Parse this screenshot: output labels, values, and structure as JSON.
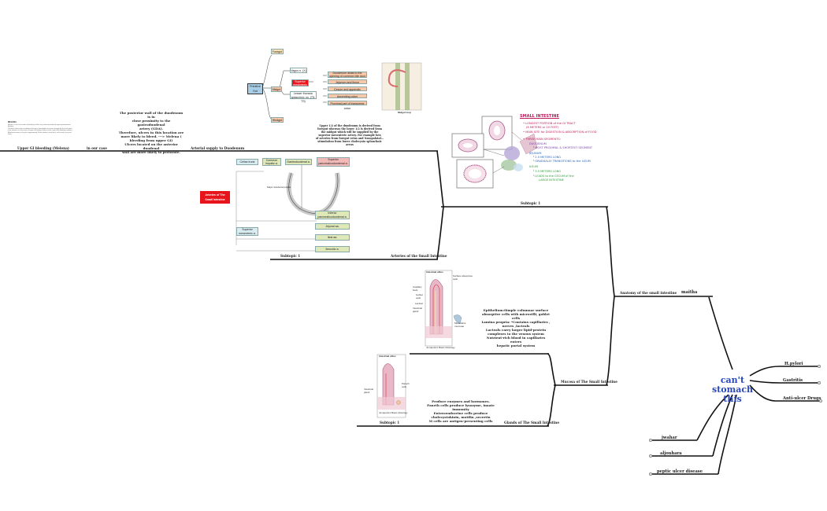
{
  "root": {
    "label_line1": "can't stomach",
    "label_line2": "this"
  },
  "right_branches": [
    {
      "label": "H.pylori"
    },
    {
      "label": "Gastritis"
    },
    {
      "label": "Anti-ulcer Drugs"
    }
  ],
  "lower_branches": [
    {
      "label": "jwahar"
    },
    {
      "label": "aljouhara"
    },
    {
      "label": "peptic ulcer disease"
    }
  ],
  "main_branch": {
    "label": "maitha"
  },
  "anatomy": {
    "label": "Anatomy of the small intestine",
    "subtopic_label": "Subtopic 1"
  },
  "mucosa": {
    "label": "Mucosa of The Small Intestine",
    "text": [
      "Epithelium:Simple columnar surface",
      "absorptive cells with microvilli, goblet",
      "cells",
      "Lamina propria: *Contains capillaries ,",
      "nerves ,lacteals",
      "Lacteals carry larger lipid-protein",
      "complexes to the venous system",
      "Nutrient-rich blood in capillaries enters",
      "hepatic portal system"
    ]
  },
  "glands": {
    "label": "Glands of The Small Intestine",
    "subtopic_label": "Subtopic 1",
    "text": [
      "Produce enzymes and hormones.",
      "Paneth cells produce lysozyme, innate",
      "immunity",
      "Enteroendocrine cells produce",
      "cholecystokinin, motilin ,secretin",
      "M cells are antigen-presenting cells"
    ]
  },
  "arteries": {
    "label": "Arteries of the Small Intestine",
    "subtopic_label": "Subtopic 1",
    "red_box_line1": "Arteries of The",
    "red_box_line2": "Small Intestine",
    "boxes": [
      "Celiac trunk",
      "Common hepatic a.",
      "Gastroduodenal a.",
      "Superior pancreaticoduodenal a.",
      "Superior mesenteric a.",
      "Inferior pancreaticoduodenal a.",
      "Jejunal aa.",
      "Ileal aa.",
      "Ileocolic a."
    ],
    "papilla_label": "Major duodenal papilla"
  },
  "duodenum": {
    "label": "Arterial supply to Duodenum",
    "text": [
      "Upper 1/2 of the duodenum is derived from",
      "foregut whereas the lower 1/2 is derived from",
      "the midgut which will be supplied by the",
      "superior mesenteric artery. For example lots",
      "of arteries from foregut veins and Nasopalatal...",
      "stimulation from lower cholecysto splanchnic",
      "areas"
    ]
  },
  "in_our_case": {
    "label": "in our case",
    "text": [
      "The posterior wall of the duodenum is in",
      "close proximity to the gastroduodenal",
      "artery (GDA).",
      "",
      "Therefore, ulcers in this location are",
      "more likely to bleed. ---> Melena (",
      "bleeding from upper GI)",
      "",
      "Ulcers located on the anterior duodenal",
      "wall are more likely to perforate."
    ]
  },
  "upper_gi": {
    "label": "Upper GI bleeding (Melena)",
    "heading": "MELENA",
    "text": [
      "Melena is a term to be used in describing the black tarry stool associated with upper gastrointestinal bleeding.",
      "The black colour is due to oxidation of the iron in hemoglobin as it passes through the ileum and colon.",
      "In the absence of a clear source of upper GI bleeding, melena can be a sign of the following conditions.",
      "Blood must remain in the gut for approximately 14 hours before it turns black, so the stool is tarry and sticky."
    ]
  },
  "gut_diagram": {
    "boxes": [
      "Foregut",
      "Midgut",
      "Hindgut",
      "Primitive Gut"
    ],
    "side_notes": [
      "Vagus n. (X)",
      "Superior mesenteric a.",
      "Lesser thoracic splanchnic nn. (T5-T9)"
    ],
    "segments": [
      "Duodenum distal to the opening of common bile duct",
      "Jejunum and ileum",
      "Cecum and appendix",
      "Ascending colon",
      "Proximal part of transverse colon"
    ],
    "caption": "Midgut loop"
  },
  "small_intestine_notes": {
    "title": "SMALL INTESTINE",
    "lines": [
      "• LONGEST PORTION of the GI TRACT",
      "(6 METERS or 20 FEET)",
      "• MAIN SITE for DIGESTION & ABSORPTION of FOOD",
      "• THREE MAIN SEGMENTS:",
      "DUODENUM",
      "└ MOST PROXIMAL & SHORTEST SEGMENT",
      "JEJUNUM",
      "└ 2.5 METERS LONG",
      "└ GRADUALLY TRANSITIONS to the ILEUM",
      "ILEUM",
      "└ 3.5 METERS LONG",
      "└ LEADS to the CECUM of the",
      "LARGE INTESTINE"
    ]
  },
  "villus_diagram": {
    "title": "Intestinal villus",
    "labels": [
      "Surface absorptive cells",
      "Capillary beds",
      "Goblet cells",
      "Lacteal",
      "Intestinal gland",
      "Muscularis mucosae"
    ],
    "caption": "Junqueira's Basic Histology"
  },
  "gland_diagram": {
    "title": "Intestinal villus",
    "labels": [
      "Paneth cells",
      "Intestinal gland"
    ],
    "caption": "Junqueira's Basic Histology"
  },
  "colors": {
    "root_text": "#2a48b8",
    "line": "#111111",
    "red_box": "#e8141b"
  }
}
